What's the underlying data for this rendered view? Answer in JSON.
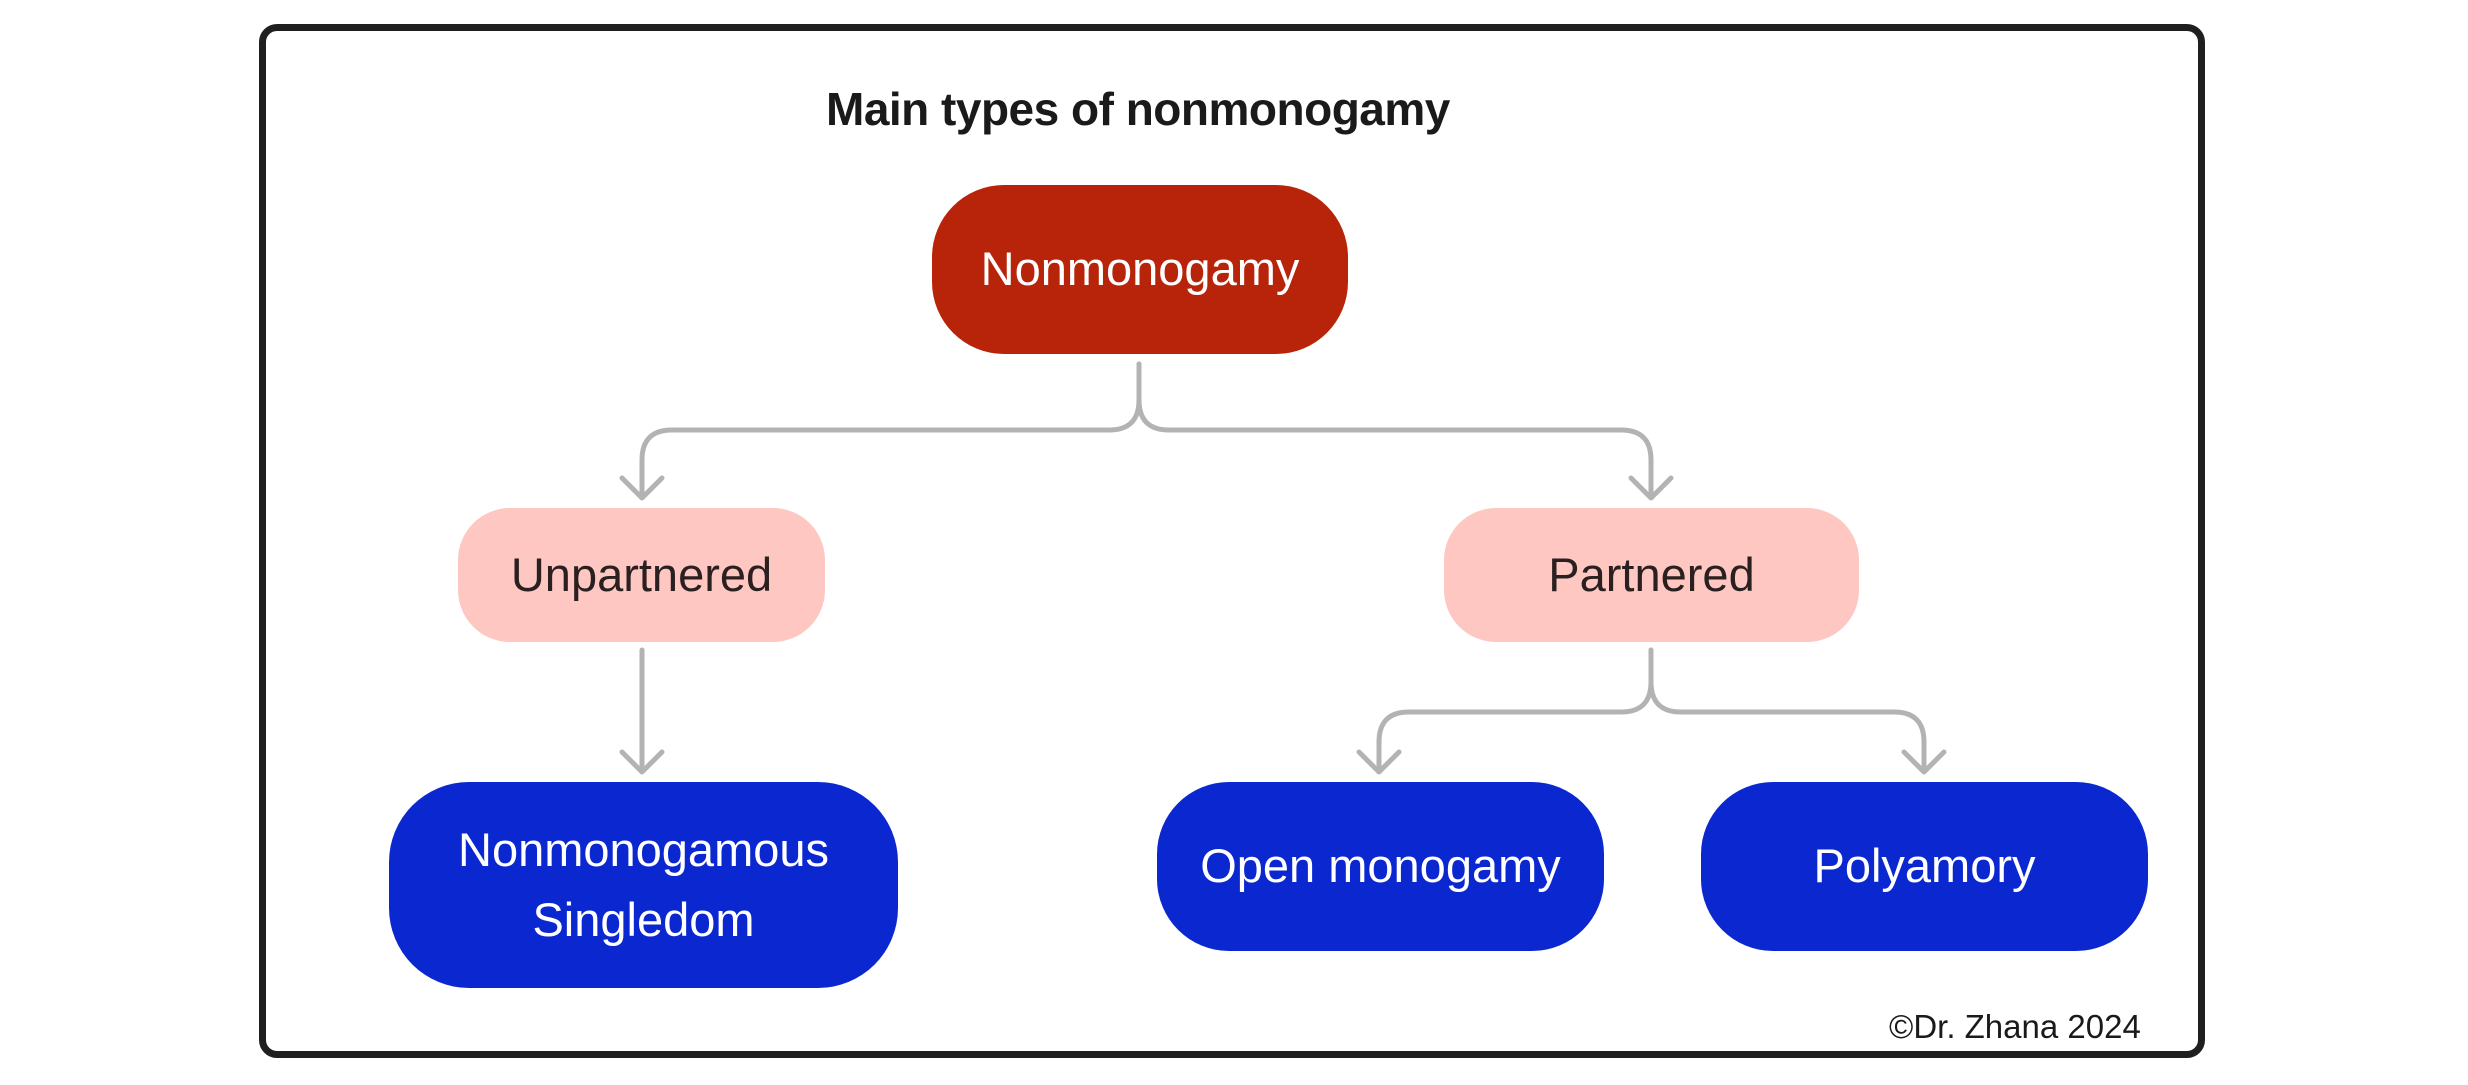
{
  "title": "Main types of nonmonogamy",
  "nodes": {
    "root": "Nonmonogamy",
    "unpartnered": "Unpartnered",
    "partnered": "Partnered",
    "singledom_line1": "Nonmonogamous",
    "singledom_line2": "Singledom",
    "open_monogamy": "Open monogamy",
    "polyamory": "Polyamory"
  },
  "copyright": "©Dr. Zhana 2024",
  "colors": {
    "root": "#b8240a",
    "mid": "#fec7c2",
    "leaf": "#0b28d0",
    "connector": "#b3b3b3"
  }
}
